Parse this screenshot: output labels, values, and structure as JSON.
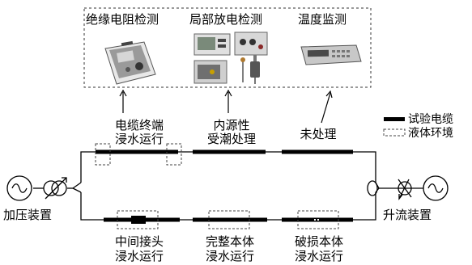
{
  "equipment": {
    "insulation_resistance": "绝缘电阻检测",
    "partial_discharge": "局部放电检测",
    "temperature": "温度监测"
  },
  "sections": {
    "terminal": [
      "电缆终端",
      "浸水运行"
    ],
    "internal_source": [
      "内源性",
      "受潮处理"
    ],
    "untreated": "未处理",
    "joint": [
      "中间接头",
      "浸水运行"
    ],
    "intact": [
      "完整本体",
      "浸水运行"
    ],
    "damaged": [
      "破损本体",
      "浸水运行"
    ]
  },
  "devices": {
    "voltage": "加压装置",
    "current": "升流装置"
  },
  "legend": {
    "test_cable": "试验电缆",
    "liquid_env": "液体环境"
  }
}
